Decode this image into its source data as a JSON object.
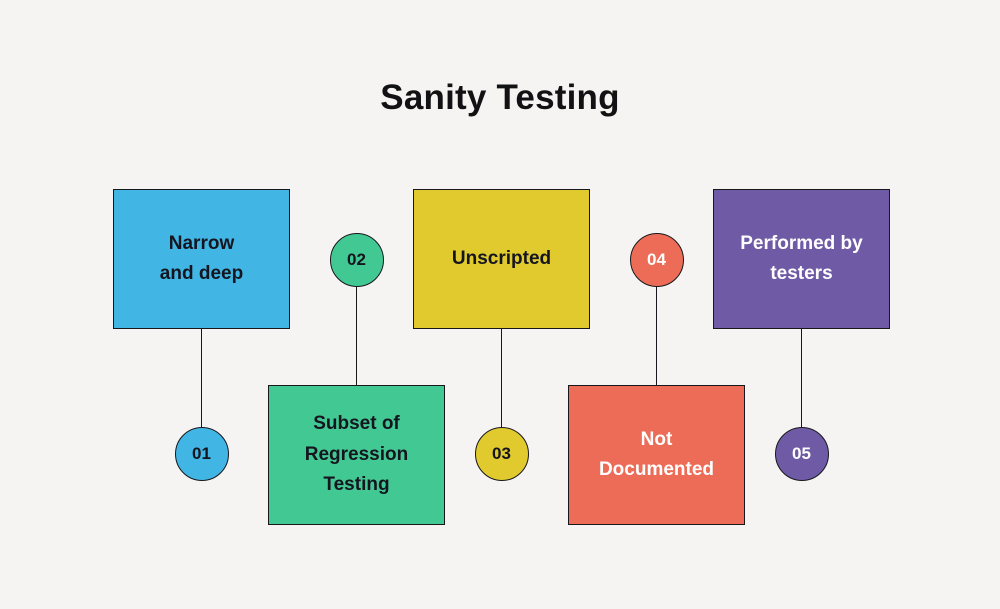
{
  "title": "Sanity Testing",
  "background": "#f5f4f2",
  "stroke": "#17171c",
  "items": [
    {
      "number": "01",
      "label": "Narrow\nand deep",
      "color": "#41b5e3",
      "text_color": "#15151f",
      "layout": "box-above-circle"
    },
    {
      "number": "02",
      "label": "Subset of\nRegression\nTesting",
      "color": "#42c993",
      "text_color": "#15151f",
      "layout": "circle-above-box"
    },
    {
      "number": "03",
      "label": "Unscripted",
      "color": "#e0ca2e",
      "text_color": "#15151f",
      "layout": "box-above-circle"
    },
    {
      "number": "04",
      "label": "Not\nDocumented",
      "color": "#ec6c58",
      "text_color": "#ffffff",
      "layout": "circle-above-box"
    },
    {
      "number": "05",
      "label": "Performed by\ntesters",
      "color": "#6f5ba5",
      "text_color": "#ffffff",
      "layout": "box-above-circle"
    }
  ]
}
